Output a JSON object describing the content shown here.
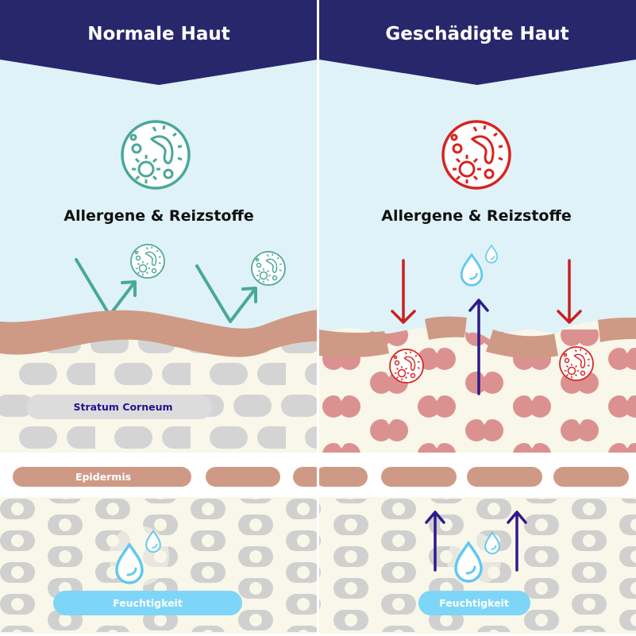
{
  "panels": [
    {
      "title": "Normale Haut",
      "subtitle": "Allergene & Reizstoffe",
      "icon": "bacteria-icon",
      "state": "normal"
    },
    {
      "title": "Geschädigte Haut",
      "subtitle": "Allergene & Reizstoffe",
      "icon": "bacteria-icon",
      "state": "damaged"
    }
  ],
  "labels": {
    "stratum_corneum": "Stratum Corneum",
    "epidermis": "Epidermis",
    "moisture_left": "Feuchtigkeit",
    "moisture_right": "Feuchtigkeit"
  },
  "colors": {
    "header": "#29276b",
    "sky": "#dff2f8",
    "cream": "#f8f7e9",
    "skin_band": "#cf9a85",
    "cells_normal": "#d4d4d4",
    "cells_damaged": "#dc9191",
    "teal": "#4aa898",
    "red": "#c9201f",
    "navy_arrow": "#2d1b8c",
    "moisture": "#7dd6f7"
  }
}
